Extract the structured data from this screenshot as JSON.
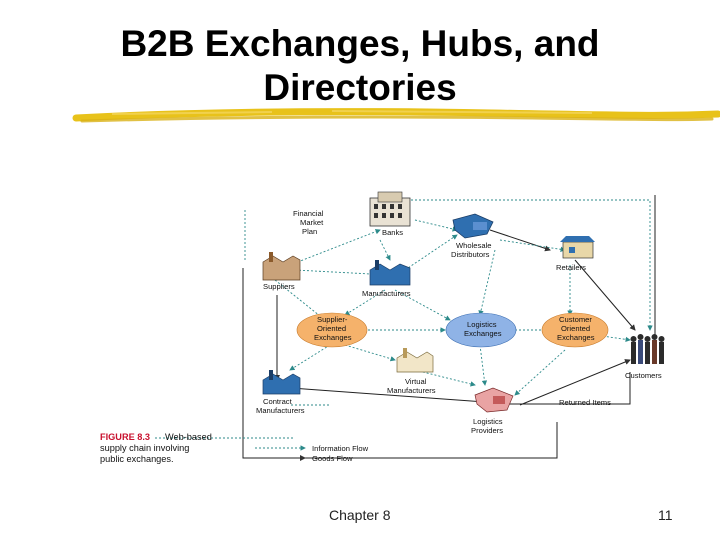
{
  "slide": {
    "title_line1": "B2B Exchanges, Hubs, and",
    "title_line2": "Directories",
    "footer_chapter": "Chapter 8",
    "footer_page": "11"
  },
  "figure": {
    "caption_label": "FIGURE 8.3",
    "caption_line1": "Web-based",
    "caption_line2": "supply chain involving",
    "caption_line3": "public exchanges.",
    "nodes": {
      "financial_line1": "Financial",
      "financial_line2": "Market",
      "financial_line3": "Plan",
      "banks": "Banks",
      "wholesale_line1": "Wholesale",
      "wholesale_line2": "Distributors",
      "retailers": "Retailers",
      "suppliers": "Suppliers",
      "manufacturers": "Manufacturers",
      "supplier_ex_line1": "Supplier-",
      "supplier_ex_line2": "Oriented",
      "supplier_ex_line3": "Exchanges",
      "logistics_ex_line1": "Logistics",
      "logistics_ex_line2": "Exchanges",
      "customer_ex_line1": "Customer",
      "customer_ex_line2": "Oriented",
      "customer_ex_line3": "Exchanges",
      "customers": "Customers",
      "virtual_line1": "Virtual",
      "virtual_line2": "Manufacturers",
      "contract_line1": "Contract",
      "contract_line2": "Manufacturers",
      "logistics_prov_line1": "Logistics",
      "logistics_prov_line2": "Providers",
      "returned": "Returned Items"
    },
    "legend": {
      "information_flow": "Information Flow",
      "goods_flow": "Goods Flow"
    },
    "colors": {
      "exchange_orange": "#f5b26b",
      "exchange_blue": "#8fb3e6",
      "building_blue": "#2f6fb0",
      "building_tan": "#c9a27a",
      "info_line": "#555555",
      "goods_line": "#222222",
      "caption_red": "#c8102e",
      "underline_yellow": "#e8c21a"
    }
  }
}
